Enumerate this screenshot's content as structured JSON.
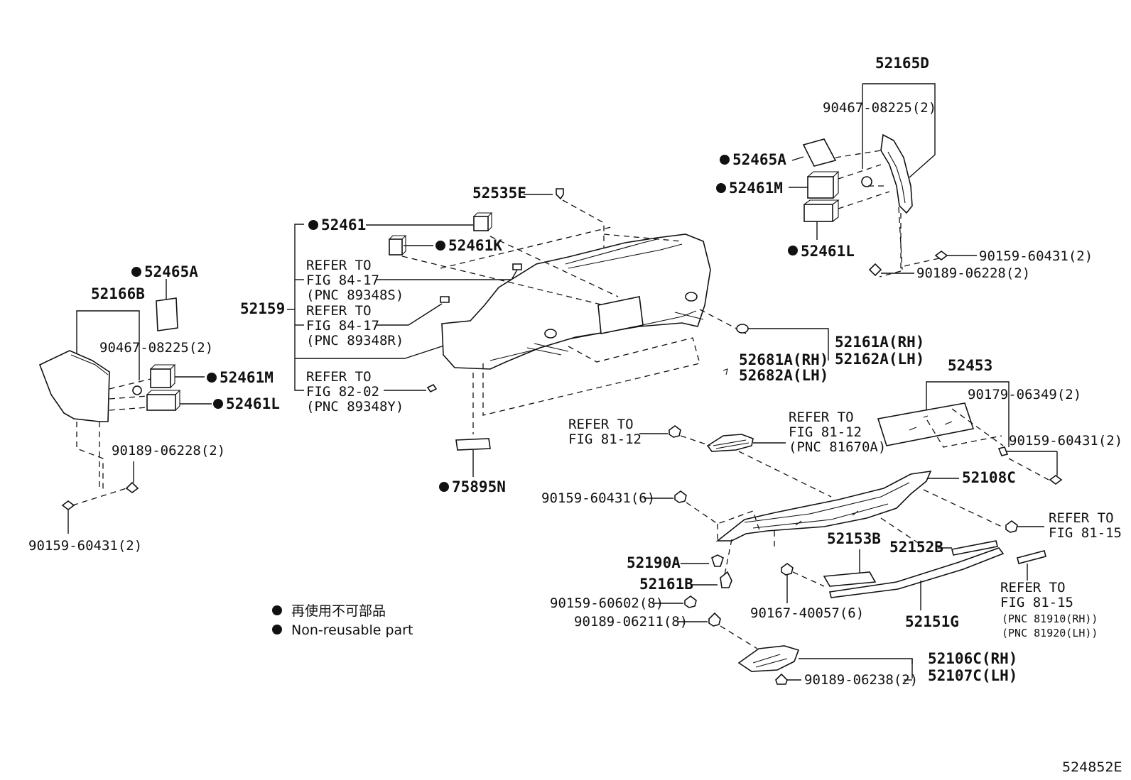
{
  "labels": {
    "p52165D": "52165D",
    "p90467_08225_r": "90467-08225(2)",
    "p52465A_r": "52465A",
    "p52461M_r": "52461M",
    "p52461L_r": "52461L",
    "p90159_60431_r": "90159-60431(2)",
    "p90189_06228_r": "90189-06228(2)",
    "p52535E": "52535E",
    "p52461": "52461",
    "p52461K": "52461K",
    "p52159": "52159",
    "ref_84_17_a_1": "REFER TO",
    "ref_84_17_a_2": "FIG 84-17",
    "ref_84_17_a_3": "(PNC 89348S)",
    "ref_84_17_b_1": "REFER TO",
    "ref_84_17_b_2": "FIG 84-17",
    "ref_84_17_b_3": "(PNC 89348R)",
    "ref_82_02_1": "REFER TO",
    "ref_82_02_2": "FIG 82-02",
    "ref_82_02_3": "(PNC 89348Y)",
    "p52465A_l": "52465A",
    "p52166B": "52166B",
    "p90467_08225_l": "90467-08225(2)",
    "p52461M_l": "52461M",
    "p52461L_l": "52461L",
    "p90189_06228_l": "90189-06228(2)",
    "p90159_60431_l": "90159-60431(2)",
    "p52161A": "52161A(RH)",
    "p52162A": "52162A(LH)",
    "p52681A": "52681A(RH)",
    "p52682A": "52682A(LH)",
    "p52453": "52453",
    "p90179_06349": "90179-06349(2)",
    "p90159_60431_plate": "90159-60431(2)",
    "ref_81_12_l_1": "REFER TO",
    "ref_81_12_l_2": "FIG 81-12",
    "ref_81_12_r_1": "REFER TO",
    "ref_81_12_r_2": "FIG 81-12",
    "ref_81_12_r_3": "(PNC 81670A)",
    "p75895N": "75895N",
    "p52108C": "52108C",
    "p90159_60431_6": "90159-60431(6)",
    "ref_81_15_top_1": "REFER TO",
    "ref_81_15_top_2": "FIG 81-15",
    "p52153B": "52153B",
    "p52152B": "52152B",
    "p52190A": "52190A",
    "p52161B": "52161B",
    "p90159_60602": "90159-60602(8)",
    "p90189_06211": "90189-06211(8)",
    "p90167_40057": "90167-40057(6)",
    "p52151G": "52151G",
    "ref_81_15_bot_1": "REFER TO",
    "ref_81_15_bot_2": "FIG 81-15",
    "ref_81_15_bot_3": "(PNC 81910(RH))",
    "ref_81_15_bot_4": "(PNC 81920(LH))",
    "p52106C": "52106C(RH)",
    "p52107C": "52107C(LH)",
    "p90189_06238": "90189-06238(2)",
    "diagram_id": "524852E"
  },
  "legend": {
    "jp": "再使用不可部品",
    "en": "Non-reusable part"
  }
}
